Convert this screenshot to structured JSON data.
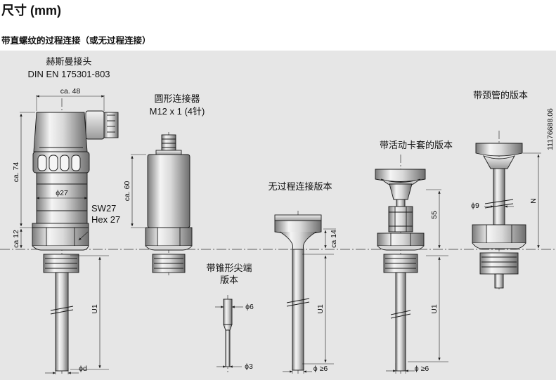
{
  "header": {
    "title": "尺寸 (mm)",
    "subtitle": "带直螺纹的过程连接（或无过程连接）"
  },
  "labels": {
    "harting_line1": "赫斯曼接头",
    "harting_line2": "DIN EN 175301-803",
    "m12_line1": "圆形连接器",
    "m12_line2": "M12 x 1 (4针)",
    "no_process": "无过程连接版本",
    "cone_line1": "带锥形尖端",
    "cone_line2": "版本",
    "sleeve": "带活动卡套的版本",
    "neck": "带颈管的版本",
    "sw_line1": "SW27",
    "sw_line2": "Hex 27",
    "drawing_number": "11176688.06"
  },
  "dimensions": {
    "ca48": "ca. 48",
    "ca74": "ca. 74",
    "ca12": "ca 12",
    "ca60": "ca. 60",
    "ca14": "ca 14",
    "d27": "ϕ27",
    "u1_a": "U1",
    "u1_b": "U1",
    "u1_c": "U1",
    "d_a": "ϕd",
    "d6": "ϕ6",
    "d3": "ϕ3",
    "dge6_a": "ϕ ≥6",
    "dge6_b": "ϕ ≥6",
    "d55": "55",
    "d9": "ϕ9",
    "n": "N"
  },
  "colors": {
    "panel": "#e6e6e6",
    "stroke": "#1a1a1a",
    "metal_dark": "#8c8c8c",
    "metal_light": "#f2f2f2"
  }
}
